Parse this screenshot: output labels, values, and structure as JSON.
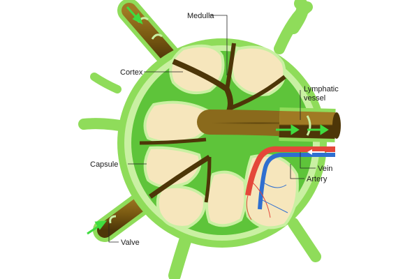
{
  "labels": {
    "medulla": "Medulla",
    "cortex": "Cortex",
    "lymphatic_line1": "Lymphatic",
    "lymphatic_line2": "vessel",
    "capsule": "Capsule",
    "vein": "Vein",
    "artery": "Artery",
    "valve": "Valve"
  },
  "colors": {
    "outer_green": "#8fdc5a",
    "capsule_light": "#c9f0a2",
    "tissue_green": "#5ec43a",
    "vessel_brown": "#7a5a12",
    "vessel_dark": "#4d3608",
    "follicle": "#f6e6bc",
    "artery": "#e4473a",
    "vein": "#2f6fd0",
    "flow_arrow": "#3fdc3f"
  }
}
